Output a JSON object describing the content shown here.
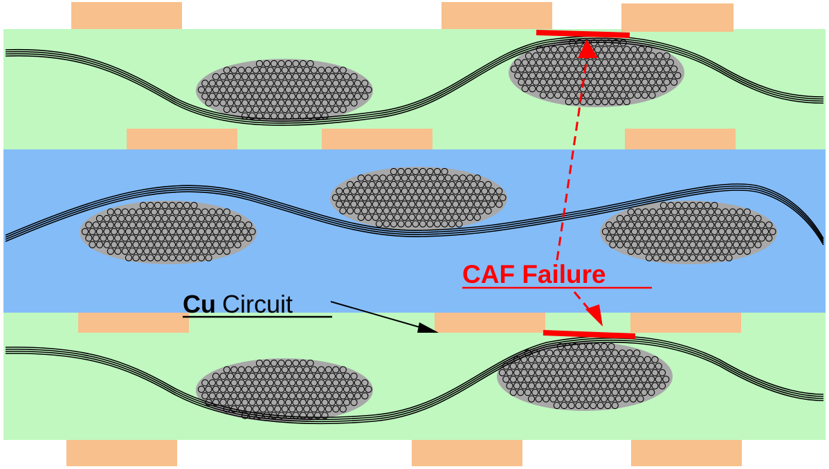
{
  "labels": {
    "cu_bold": "Cu",
    "circuit": "Circuit",
    "caf": "CAF Failure"
  },
  "colors": {
    "prepreg": "#c0f8c0",
    "core": "#84bcf8",
    "copper_pad": "#f8c08c",
    "fiber_bundle": "#a8a8a8",
    "failure": "#ff0000",
    "ink": "#000000"
  }
}
